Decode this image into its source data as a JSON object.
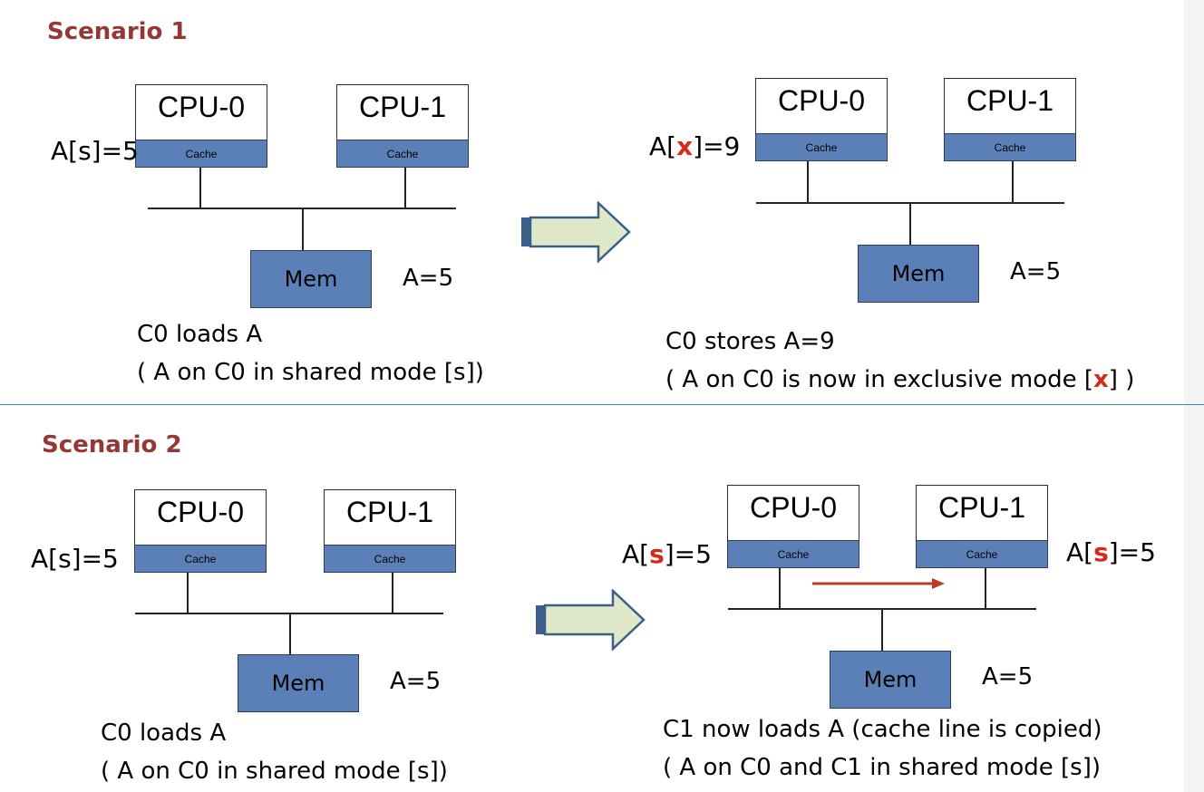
{
  "labels": {
    "cpu0": "CPU-0",
    "cpu1": "CPU-1",
    "cache": "Cache",
    "mem": "Mem"
  },
  "colors": {
    "scenario_title": "#953735",
    "cache_fill": "#5b80b8",
    "highlight": "#d52b1e",
    "arrow_fill": "#dfe8c9",
    "arrow_stroke": "#3b5f8a",
    "divider": "#4a7bb5"
  },
  "scenario1": {
    "title": "Scenario 1",
    "before": {
      "cpu0_state": {
        "prefix": "A[",
        "state": "s",
        "suffix": "]=5"
      },
      "mem_value": "A=5",
      "caption_line1": "C0 loads A",
      "caption_line2": "( A on C0 in shared mode [s])"
    },
    "after": {
      "cpu0_state": {
        "prefix": "A[",
        "state": "x",
        "suffix": "]=9"
      },
      "mem_value": "A=5",
      "caption_line1": "C0 stores A=9",
      "caption_line2": {
        "prefix": "( A on C0 is now in exclusive mode [",
        "state": "x",
        "suffix": "] )"
      }
    }
  },
  "scenario2": {
    "title": "Scenario 2",
    "before": {
      "cpu0_state": {
        "prefix": "A[",
        "state": "s",
        "suffix": "]=5"
      },
      "mem_value": "A=5",
      "caption_line1": "C0 loads A",
      "caption_line2": "( A on C0 in shared mode [s])"
    },
    "after": {
      "cpu0_state": {
        "prefix": "A[",
        "state": "s",
        "suffix": "]=5"
      },
      "cpu1_state": {
        "prefix": "A[",
        "state": "s",
        "suffix": "]=5"
      },
      "mem_value": "A=5",
      "caption_line1": "C1 now loads A (cache line is copied)",
      "caption_line2": "( A on C0 and C1 in shared mode [s])"
    }
  }
}
